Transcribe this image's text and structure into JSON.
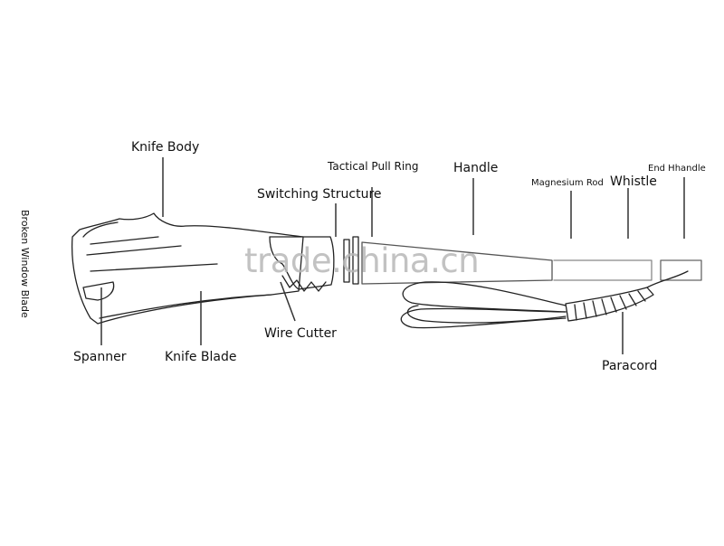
{
  "labels": {
    "knife_body": "Knife Body",
    "tactical_pull_ring": "Tactical Pull Ring",
    "handle": "Handle",
    "switching_structure": "Switching Structure",
    "magnesium_rod": "Magnesium Rod",
    "whistle": "Whistle",
    "end_handle": "End Hhandle",
    "side_text": "Broken Window Blade",
    "wire_cutter": "Wire Cutter",
    "spanner": "Spanner",
    "knife_blade": "Knife Blade",
    "paracord": "Paracord"
  },
  "watermark": "trade.china.cn"
}
